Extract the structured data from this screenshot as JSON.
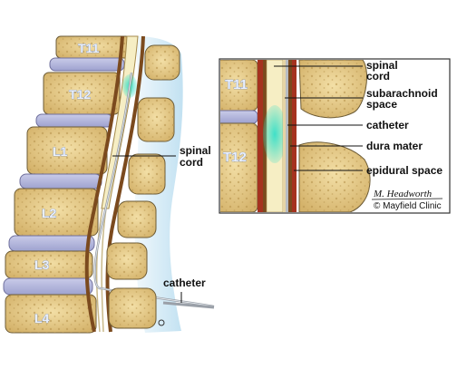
{
  "main_view": {
    "vertebrae": [
      "T11",
      "T12",
      "L1",
      "L2",
      "L3",
      "L4"
    ],
    "labels": {
      "spinal_cord": [
        "spinal",
        "cord"
      ],
      "catheter": "catheter"
    }
  },
  "inset": {
    "vertebrae": [
      "T11",
      "T12"
    ],
    "labels": {
      "spinal_cord": [
        "spinal",
        "cord"
      ],
      "subarachnoid_space": [
        "subarachnoid",
        "space"
      ],
      "catheter": "catheter",
      "dura_mater": "dura mater",
      "epidural_space": "epidural space"
    },
    "signature": "M. Headworth",
    "copyright": "© Mayfield Clinic"
  },
  "colors": {
    "bone": "#e7cc8a",
    "disc": "#b4b8de",
    "cord": "#f6eec4",
    "dura": "#7b4a1e",
    "csf": "#d8ecf6",
    "drug": "#3fe0c8"
  }
}
